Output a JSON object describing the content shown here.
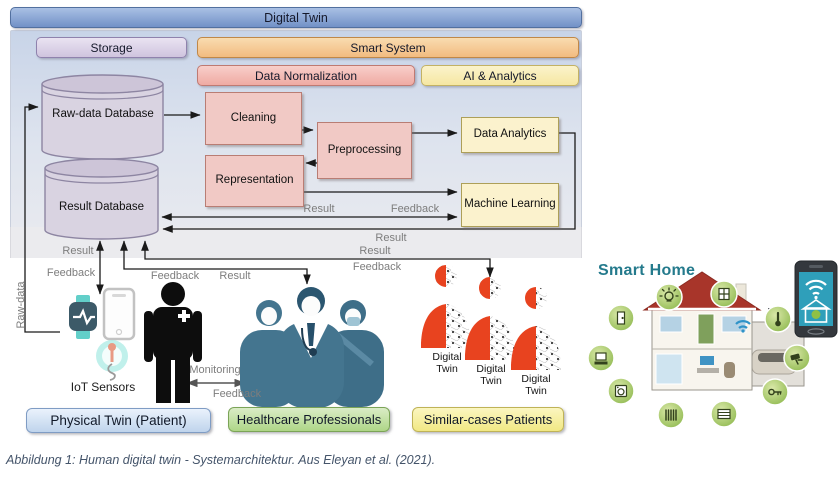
{
  "title_banner": "Digital Twin",
  "banners": {
    "storage": "Storage",
    "smart_system": "Smart System",
    "data_normalization": "Data Normalization",
    "ai_analytics": "AI & Analytics"
  },
  "databases": {
    "raw": "Raw-data Database",
    "result": "Result Database"
  },
  "processes": {
    "cleaning": "Cleaning",
    "preprocessing": "Preprocessing",
    "representation": "Representation",
    "data_analytics": "Data Analytics",
    "machine_learning": "Machine Learning"
  },
  "flow_labels": {
    "result": "Result",
    "feedback": "Feedback",
    "raw_data": "Raw-data",
    "monitoring": "Monitoring"
  },
  "actors": {
    "iot_sensors": "IoT Sensors",
    "physical_twin": "Physical Twin (Patient)",
    "healthcare": "Healthcare Professionals",
    "similar_patients": "Similar-cases Patients",
    "digital_twin": "Digital Twin"
  },
  "smart_home": {
    "title": "Smart Home",
    "icons": [
      "light-bulb",
      "window",
      "door-sensor",
      "thermostat",
      "computer",
      "security-camera",
      "washing-machine",
      "key",
      "radiator",
      "garage-door",
      "smartphone",
      "wifi"
    ]
  },
  "caption": "Abbildung 1: Human digital twin - Systemarchitektur. Aus Eleyan et al. (2021).",
  "colors": {
    "banner_blue": "#7b9bd2",
    "banner_purple": "#d6cbe2",
    "banner_orange": "#f6c88e",
    "banner_pink": "#f2b6b1",
    "banner_yellow": "#f9eeb4",
    "box_pink": "#f1c9c5",
    "box_yellow": "#fbf2cd",
    "cylinder": "#d9d3e1",
    "physical_twin_blue": "#d3e2f4",
    "healthcare_green": "#c4e1a5",
    "similar_yellow": "#f6f0a0",
    "twin_red": "#e8431f",
    "people_blue": "#44758f"
  }
}
